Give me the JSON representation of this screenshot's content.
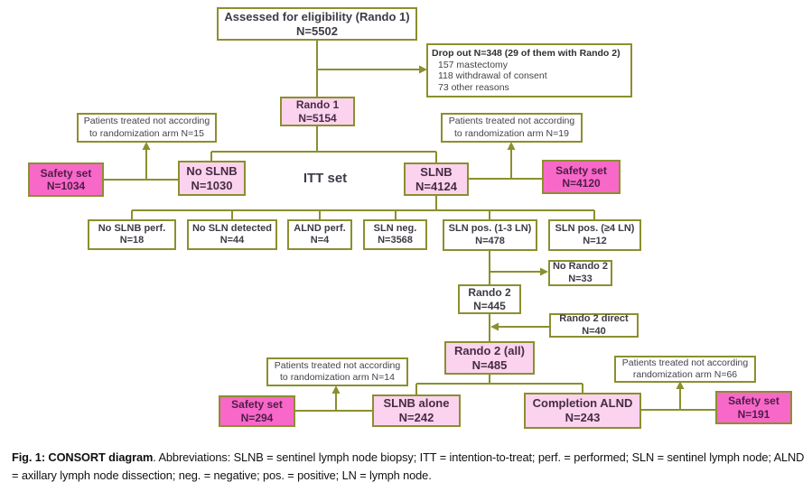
{
  "colors": {
    "border_olive": "#8b8f2e",
    "light_pink": "#fbd3ee",
    "hot_pink": "#f868c8",
    "box_text_dark": "#3f3a46"
  },
  "nodes": {
    "assessed": {
      "label": "Assessed for eligibility (Rando 1)",
      "n": "N=5502"
    },
    "dropout": {
      "title": "Drop out N=348 (29 of them with Rando 2)",
      "items": [
        "157 mastectomy",
        "118 withdrawal of consent",
        "73 other reasons"
      ]
    },
    "rando1": {
      "label": "Rando 1",
      "n": "N=5154"
    },
    "not_arm_15": {
      "line1": "Patients treated not according",
      "line2": "to randomization arm N=15"
    },
    "not_arm_19": {
      "line1": "Patients treated not according",
      "line2": "to randomization arm N=19"
    },
    "safety_1034": {
      "label": "Safety set",
      "n": "N=1034"
    },
    "no_slnb": {
      "label": "No SLNB",
      "n": "N=1030"
    },
    "itt": {
      "label": "ITT set"
    },
    "slnb": {
      "label": "SLNB",
      "n": "N=4124"
    },
    "safety_4120": {
      "label": "Safety set",
      "n": "N=4120"
    },
    "no_slnb_perf": {
      "label": "No SLNB perf.",
      "n": "N=18"
    },
    "no_sln_detected": {
      "label": "No SLN detected",
      "n": "N=44"
    },
    "alnd_perf": {
      "label": "ALND perf.",
      "n": "N=4"
    },
    "sln_neg": {
      "label": "SLN neg.",
      "n": "N=3568"
    },
    "sln_pos_13": {
      "label": "SLN pos. (1-3 LN)",
      "n": "N=478"
    },
    "sln_pos_4": {
      "label": "SLN pos. (≥4 LN)",
      "n": "N=12"
    },
    "no_rando2": {
      "label": "No Rando 2",
      "n": "N=33"
    },
    "rando2": {
      "label": "Rando 2",
      "n": "N=445"
    },
    "rando2_direct": {
      "label": "Rando 2 direct",
      "n": "N=40"
    },
    "rando2_all": {
      "label": "Rando 2 (all)",
      "n": "N=485"
    },
    "not_arm_14": {
      "line1": "Patients treated not according",
      "line2": "to randomization arm N=14"
    },
    "safety_294": {
      "label": "Safety set",
      "n": "N=294"
    },
    "slnb_alone": {
      "label": "SLNB alone",
      "n": "N=242"
    },
    "completion_alnd": {
      "label": "Completion ALND",
      "n": "N=243"
    },
    "not_arm_66": {
      "line1": "Patients treated not according",
      "line2": "randomization arm N=66"
    },
    "safety_191": {
      "label": "Safety set",
      "n": "N=191"
    }
  },
  "figure": {
    "caption_bold": "Fig. 1: CONSORT diagram",
    "caption_rest": ". Abbreviations: SLNB = sentinel lymph node biopsy; ITT = intention-to-treat; perf. = performed; SLN = sentinel lymph node; ALND = axillary lymph node dissection; neg. = negative; pos. = positive; LN = lymph node."
  }
}
